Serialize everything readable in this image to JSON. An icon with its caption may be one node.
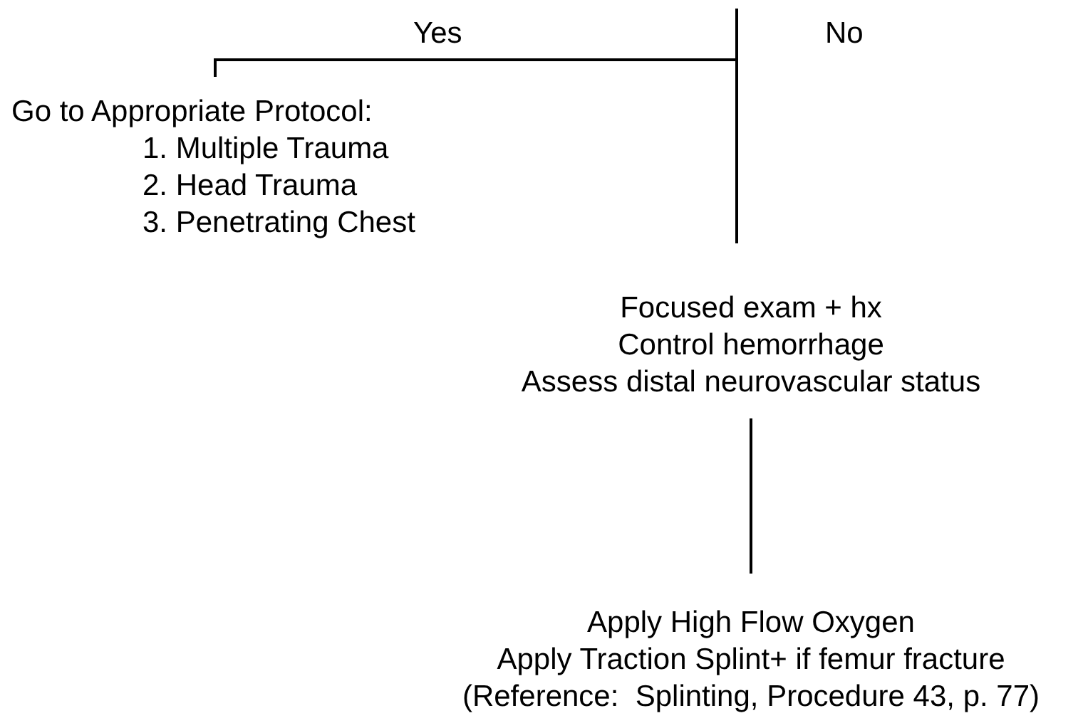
{
  "diagram": {
    "nodes": [
      {
        "text": [
          "Go to Appropriate Protocol:",
          "1. Multiple Trauma",
          "2. Head Trauma",
          "3. Penetrating Chest"
        ]
      },
      {
        "text": [
          "Focused exam + hx",
          "Control hemorrhage",
          "Assess distal neurovascular status"
        ]
      },
      {
        "text": [
          "Apply High Flow Oxygen",
          "Apply Traction Splint+ if femur fracture",
          "(Reference:  Splinting, Procedure 43, p. 77)"
        ]
      }
    ],
    "edges": [
      {
        "from": null,
        "to": 0,
        "arrow": "none",
        "label": "Yes"
      },
      {
        "from": null,
        "to": 1,
        "arrow": "none",
        "label": "No"
      },
      {
        "from": 1,
        "to": 2,
        "arrow": "none"
      }
    ]
  }
}
